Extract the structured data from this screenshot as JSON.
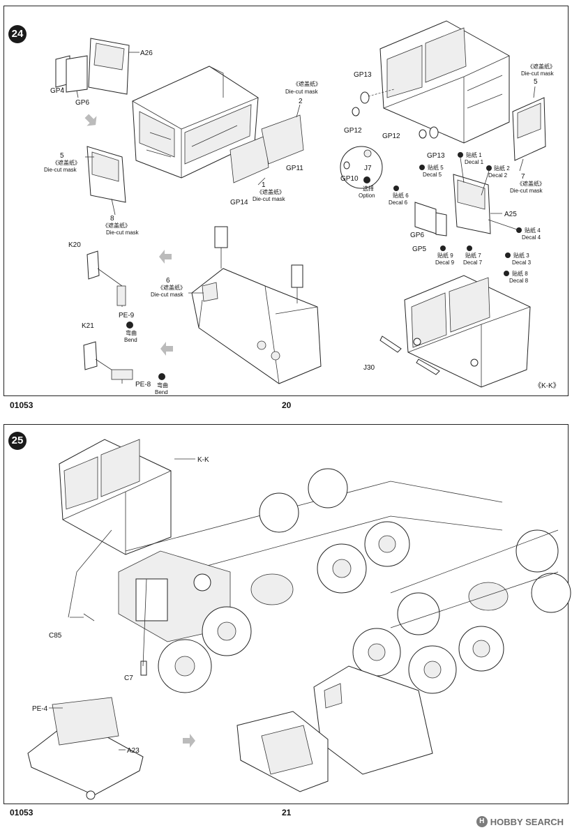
{
  "steps": {
    "step24": "24",
    "step25": "25"
  },
  "footer": {
    "code_left_top": "01053",
    "page_top": "20",
    "code_left_bottom": "01053",
    "page_bottom": "21"
  },
  "step24": {
    "parts": {
      "a26": "A26",
      "gp4": "GP4",
      "gp6": "GP6",
      "gp13": "GP13",
      "gp12a": "GP12",
      "gp12b": "GP12",
      "gp13b": "GP13",
      "gp11": "GP11",
      "gp14": "GP14",
      "j7": "J7",
      "gp10": "GP10",
      "a25": "A25",
      "gp6b": "GP6",
      "gp5": "GP5",
      "k20": "K20",
      "pe9": "PE-9",
      "k21": "K21",
      "pe8": "PE-8",
      "j30": "J30",
      "kk": "《K-K》"
    },
    "masks": {
      "m2_cn": "《遮盖纸》",
      "m2_en": "Die-cut mask",
      "m2_num": "2",
      "m1_num": "1",
      "m1_cn": "《遮盖纸》",
      "m1_en": "Die-cut mask",
      "m5_num": "5",
      "m5_cn": "《遮盖纸》",
      "m5_en": "Die-cut mask",
      "m8_num": "8",
      "m8_cn": "《遮盖纸》",
      "m8_en": "Die-cut mask",
      "m6_num": "6",
      "m6_cn": "《遮盖纸》",
      "m6_en": "Die-cut mask",
      "m5r_cn": "《遮盖纸》",
      "m5r_en": "Die-cut mask",
      "m5r_num": "5",
      "m7_num": "7",
      "m7_cn": "《遮盖纸》",
      "m7_en": "Die-cut mask"
    },
    "decals": {
      "d1_cn": "贴纸 1",
      "d1_en": "Decal 1",
      "d2_cn": "贴纸 2",
      "d2_en": "Decal 2",
      "d5_cn": "贴纸 5",
      "d5_en": "Decal 5",
      "d6_cn": "贴纸 6",
      "d6_en": "Decal 6",
      "d4_cn": "贴纸 4",
      "d4_en": "Decal 4",
      "d3_cn": "贴纸 3",
      "d3_en": "Decal 3",
      "d9_cn": "贴纸 9",
      "d9_en": "Decal 9",
      "d7_cn": "贴纸 7",
      "d7_en": "Decal 7",
      "d8_cn": "贴纸 8",
      "d8_en": "Decal 8"
    },
    "notes": {
      "option_cn": "选择",
      "option_en": "Option",
      "bend1_cn": "弯曲",
      "bend1_en": "Bend",
      "bend2_cn": "弯曲",
      "bend2_en": "Bend"
    }
  },
  "step25": {
    "parts": {
      "kk": "K-K",
      "c85": "C85",
      "c7": "C7",
      "pe4": "PE-4",
      "a23": "A23"
    }
  },
  "watermark": {
    "logo": "H",
    "text": "HOBBY SEARCH"
  }
}
